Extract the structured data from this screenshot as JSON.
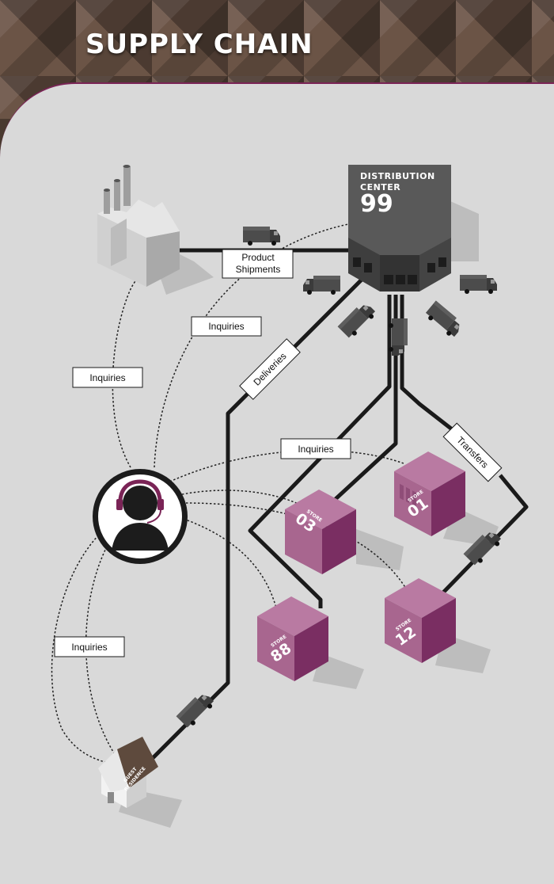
{
  "title": "SUPPLY CHAIN",
  "distribution_center": {
    "title_line1": "DISTRIBUTION",
    "title_line2": "CENTER",
    "number": "99"
  },
  "labels": {
    "product_shipments_line1": "Product",
    "product_shipments_line2": "Shipments",
    "inquiries_1": "Inquiries",
    "inquiries_2": "Inquiries",
    "inquiries_3": "Inquiries",
    "inquiries_4": "Inquiries",
    "deliveries": "Deliveries",
    "transfers": "Transfers"
  },
  "stores": [
    {
      "word": "STORE",
      "number": "01"
    },
    {
      "word": "STORE",
      "number": "03"
    },
    {
      "word": "STORE",
      "number": "12"
    },
    {
      "word": "STORE",
      "number": "88"
    }
  ],
  "residence": {
    "line1": "GUEST",
    "line2": "RESIDENCE"
  },
  "colors": {
    "accent": "#7a2456",
    "store": "#a8668f",
    "road": "#1a1a1a",
    "background": "#d9d9d9"
  },
  "icons": [
    "factory-icon",
    "truck-icon",
    "agent-headset-icon",
    "house-icon",
    "store-building-icon"
  ]
}
